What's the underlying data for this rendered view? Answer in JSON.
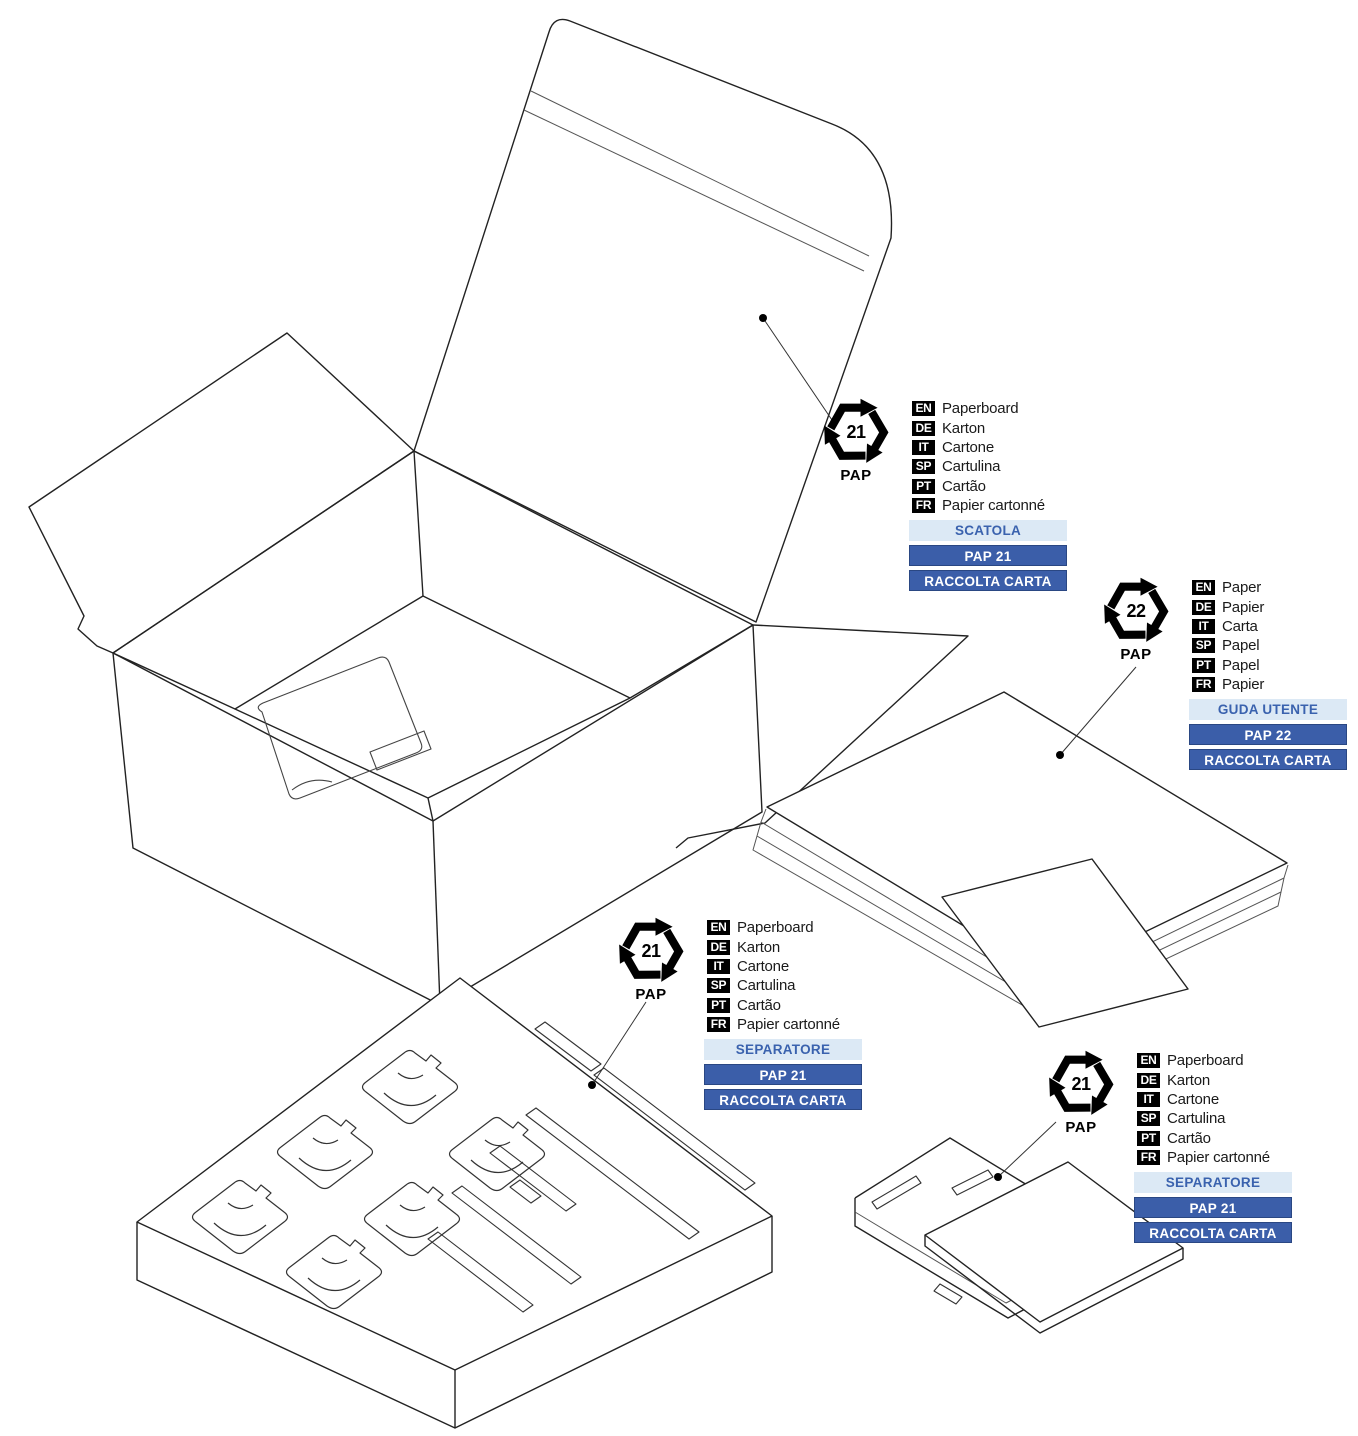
{
  "labels": {
    "box": {
      "symbol": {
        "number": "21",
        "material": "PAP"
      },
      "languages": [
        {
          "code": "EN",
          "label": "Paperboard"
        },
        {
          "code": "DE",
          "label": "Karton"
        },
        {
          "code": "IT",
          "label": "Cartone"
        },
        {
          "code": "SP",
          "label": "Cartulina"
        },
        {
          "code": "PT",
          "label": "Cartão"
        },
        {
          "code": "FR",
          "label": "Papier cartonné"
        }
      ],
      "component": "SCATOLA",
      "code": "PAP 21",
      "disposal": "RACCOLTA CARTA"
    },
    "guide": {
      "symbol": {
        "number": "22",
        "material": "PAP"
      },
      "languages": [
        {
          "code": "EN",
          "label": "Paper"
        },
        {
          "code": "DE",
          "label": "Papier"
        },
        {
          "code": "IT",
          "label": "Carta"
        },
        {
          "code": "SP",
          "label": "Papel"
        },
        {
          "code": "PT",
          "label": "Papel"
        },
        {
          "code": "FR",
          "label": "Papier"
        }
      ],
      "component": "GUDA UTENTE",
      "code": "PAP 22",
      "disposal": "RACCOLTA CARTA"
    },
    "tray": {
      "symbol": {
        "number": "21",
        "material": "PAP"
      },
      "languages": [
        {
          "code": "EN",
          "label": "Paperboard"
        },
        {
          "code": "DE",
          "label": "Karton"
        },
        {
          "code": "IT",
          "label": "Cartone"
        },
        {
          "code": "SP",
          "label": "Cartulina"
        },
        {
          "code": "PT",
          "label": "Cartão"
        },
        {
          "code": "FR",
          "label": "Papier cartonné"
        }
      ],
      "component": "SEPARATORE",
      "code": "PAP 21",
      "disposal": "RACCOLTA CARTA"
    },
    "folded": {
      "symbol": {
        "number": "21",
        "material": "PAP"
      },
      "languages": [
        {
          "code": "EN",
          "label": "Paperboard"
        },
        {
          "code": "DE",
          "label": "Karton"
        },
        {
          "code": "IT",
          "label": "Cartone"
        },
        {
          "code": "SP",
          "label": "Cartulina"
        },
        {
          "code": "PT",
          "label": "Cartão"
        },
        {
          "code": "FR",
          "label": "Papier cartonné"
        }
      ],
      "component": "SEPARATORE",
      "code": "PAP 21",
      "disposal": "RACCOLTA CARTA"
    }
  },
  "colors": {
    "bar_dark": "#3b5ea9",
    "bar_dark_border": "#2a4783",
    "bar_light": "#dce9f5",
    "bar_light_text": "#3a62ae",
    "tag_bg": "#000000",
    "text": "#1a1a1a"
  }
}
